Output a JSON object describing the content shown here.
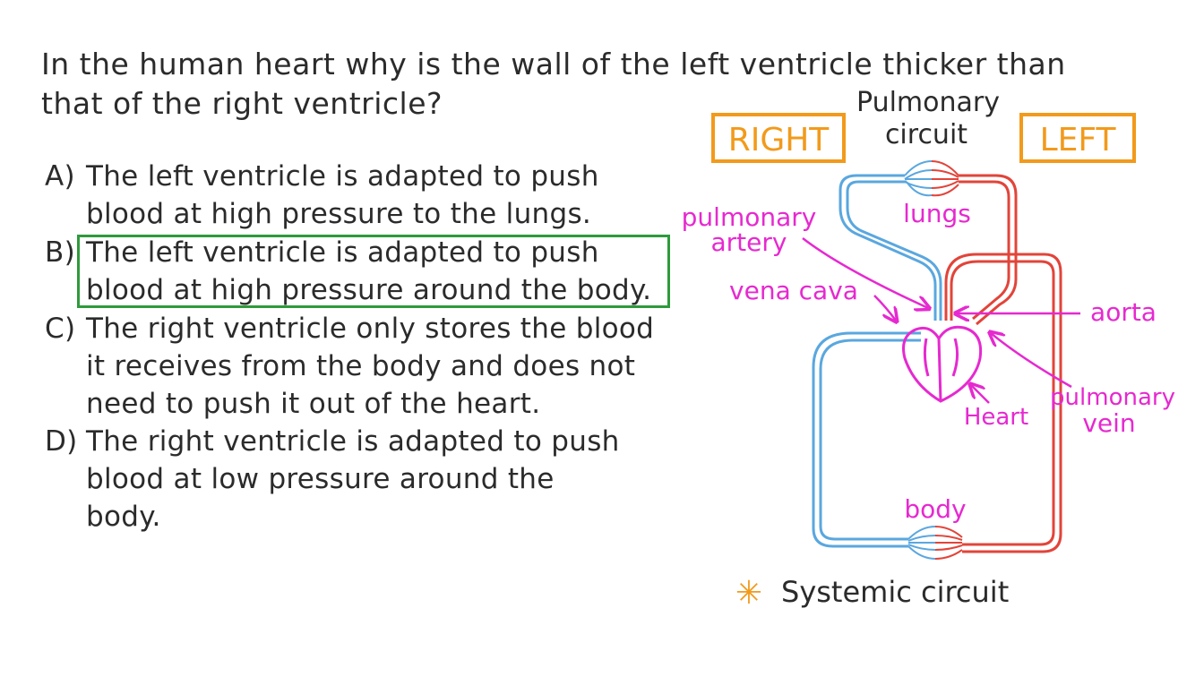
{
  "question": {
    "line1": "In the human heart why is the wall of the left ventricle thicker than",
    "line2": "that of the right ventricle?"
  },
  "options": [
    {
      "letter": "A)",
      "line1": "The left ventricle is adapted to push",
      "line2": "blood at high pressure to the lungs.",
      "line3": ""
    },
    {
      "letter": "B)",
      "line1": "The left ventricle is adapted to push",
      "line2": "blood at high pressure around the body.",
      "line3": ""
    },
    {
      "letter": "C)",
      "line1": "The right ventricle only stores the blood",
      "line2": "it receives from the body and does not",
      "line3": "need to push it out of the heart."
    },
    {
      "letter": "D)",
      "line1": "The right ventricle is adapted to push",
      "line2": "blood at low pressure around the",
      "line3": "body."
    }
  ],
  "selected_option": "B",
  "diagram": {
    "right_label": "RIGHT",
    "left_label": "LEFT",
    "pulmonary_circuit_line1": "Pulmonary",
    "pulmonary_circuit_line2": "circuit",
    "lungs": "lungs",
    "pulmonary_artery_line1": "pulmonary",
    "pulmonary_artery_line2": "artery",
    "vena_cava": "vena cava",
    "aorta": "aorta",
    "heart": "Heart",
    "pulmonary_vein_line1": "pulmonary",
    "pulmonary_vein_line2": "vein",
    "body": "body",
    "systemic_circuit": "Systemic circuit",
    "asterisk": "✳"
  },
  "colors": {
    "deoxygenated": "#5aa7df",
    "oxygenated": "#e2443a",
    "annotation": "#e629d0",
    "side_label": "#f29a1b",
    "answer_highlight": "#2e9a3c",
    "text": "#2b2b2b"
  }
}
